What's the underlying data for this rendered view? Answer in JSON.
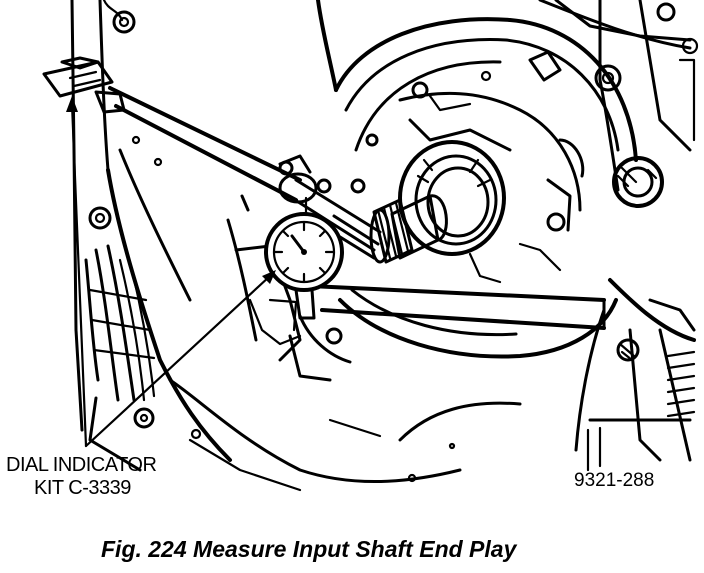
{
  "labels": {
    "callout_line1": "DIAL INDICATOR",
    "callout_line2": "KIT C-3339",
    "reference_number": "9321-288",
    "caption": "Fig. 224 Measure Input Shaft End Play"
  },
  "colors": {
    "ink": "#000000",
    "paper": "#ffffff"
  }
}
